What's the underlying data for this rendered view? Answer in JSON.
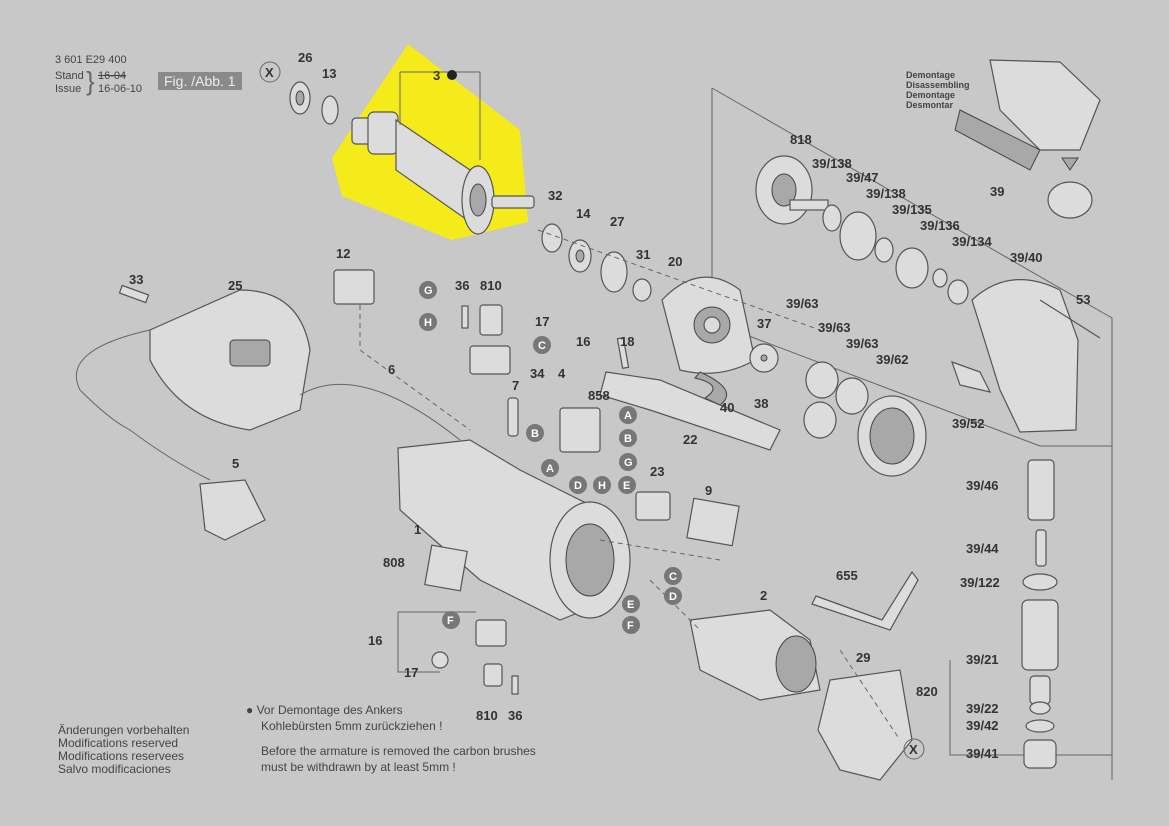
{
  "header": {
    "part_no": "3 601 E29 400",
    "stand_label": "Stand",
    "stand_old": "16-04",
    "issue_label": "Issue",
    "issue_date": "16-06-10",
    "figure": "Fig. /Abb. 1"
  },
  "disassembly_labels": [
    "Demontage",
    "Disassembling",
    "Demontage",
    "Desmontar"
  ],
  "footer_left": [
    "Änderungen vorbehalten",
    "Modifications reserved",
    "Modifications reservees",
    "Salvo modificaciones"
  ],
  "note": {
    "bullet": "●",
    "de_line1": "Vor Demontage des Ankers",
    "de_line2": "Kohlebürsten 5mm zurückziehen !",
    "en_line1": "Before the armature is removed the carbon brushes",
    "en_line2": "must be withdrawn by at least 5mm !"
  },
  "highlight_color": "#f5eb1a",
  "parts": {
    "p3": "3",
    "p26": "26",
    "p13": "13",
    "x1": "X",
    "p32": "32",
    "p14": "14",
    "p27": "27",
    "p31": "31",
    "p12": "12",
    "p36a": "36",
    "p810a": "810",
    "p17a": "17",
    "p16a": "16",
    "p18": "18",
    "p33": "33",
    "p25": "25",
    "p6": "6",
    "p7": "7",
    "p34": "34",
    "p4": "4",
    "p858": "858",
    "p5": "5",
    "p1": "1",
    "p808": "808",
    "p22": "22",
    "p23": "23",
    "p9": "9",
    "p20": "20",
    "p37": "37",
    "p38": "38",
    "p40": "40",
    "p818": "818",
    "p39_138a": "39/138",
    "p39_47": "39/47",
    "p39_138b": "39/138",
    "p39_135": "39/135",
    "p39_136": "39/136",
    "p39_134": "39/134",
    "p39": "39",
    "p39_40": "39/40",
    "p53": "53",
    "p39_63a": "39/63",
    "p39_63b": "39/63",
    "p39_63c": "39/63",
    "p39_62": "39/62",
    "p39_52": "39/52",
    "p39_46": "39/46",
    "p39_44": "39/44",
    "p39_122": "39/122",
    "p39_21": "39/21",
    "p820": "820",
    "p39_22": "39/22",
    "p39_42": "39/42",
    "p39_41": "39/41",
    "p655": "655",
    "p2": "2",
    "p29": "29",
    "x2": "X",
    "p16b": "16",
    "p17b": "17",
    "p810b": "810",
    "p36b": "36"
  },
  "markers": {
    "G1": "G",
    "H1": "H",
    "C1": "C",
    "A1": "A",
    "B1": "B",
    "B2": "B",
    "A2": "A",
    "G2": "G",
    "D1": "D",
    "H2": "H",
    "E1": "E",
    "C2": "C",
    "D2": "D",
    "E2": "E",
    "F1": "F",
    "F2": "F"
  }
}
